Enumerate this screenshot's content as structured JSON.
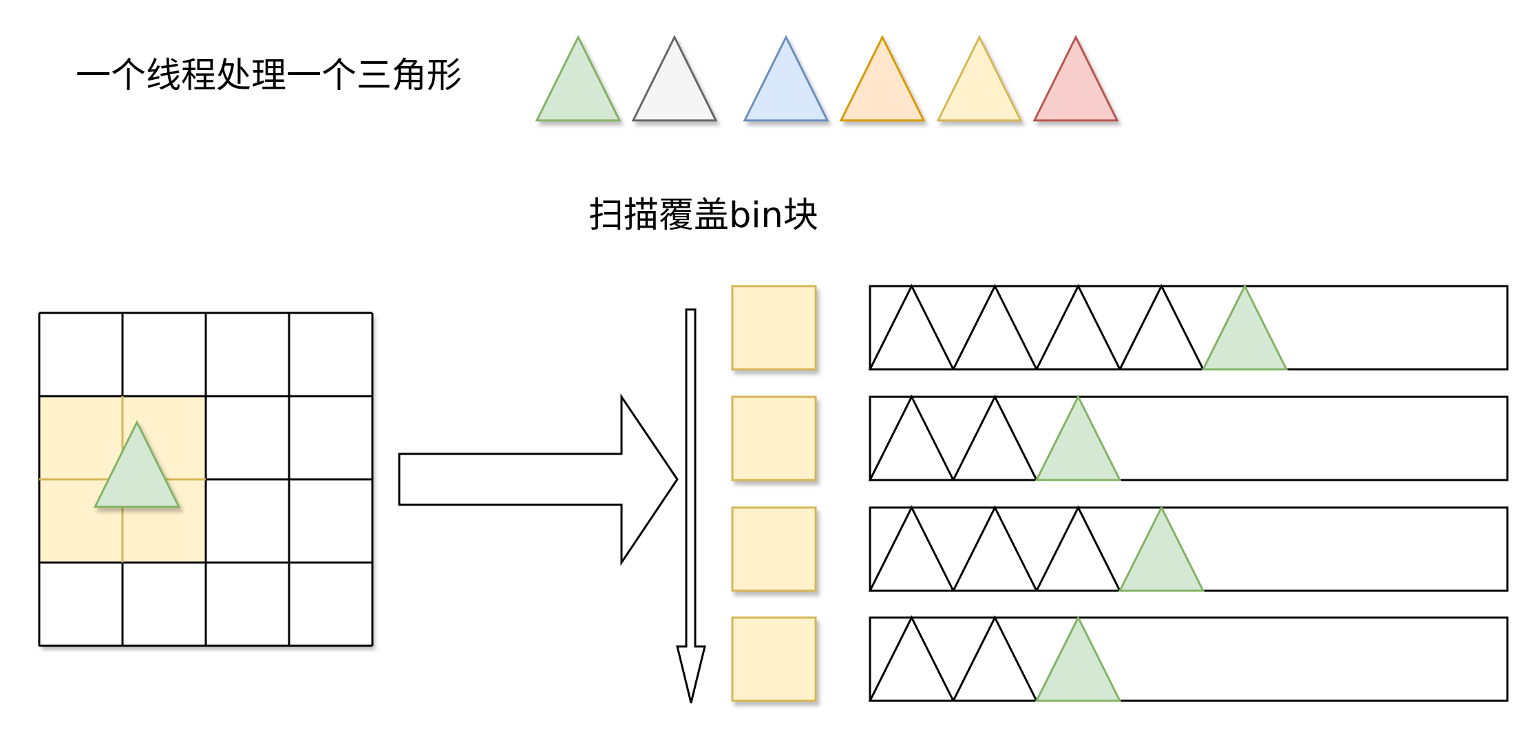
{
  "labels": {
    "title": "一个线程处理一个三角形",
    "scan": "扫描覆盖bin块"
  },
  "colors": {
    "stroke_black": "#000000",
    "shadow": "#9a9a9a",
    "bin_fill": "#fff2cc",
    "bin_stroke": "#d6b656"
  },
  "palette": [
    {
      "name": "green",
      "fill": "#d5e8d4",
      "stroke": "#82b366"
    },
    {
      "name": "gray",
      "fill": "#f5f5f5",
      "stroke": "#666666"
    },
    {
      "name": "blue",
      "fill": "#dae8fc",
      "stroke": "#6c8ebf"
    },
    {
      "name": "orange",
      "fill": "#ffe6cc",
      "stroke": "#d79b00"
    },
    {
      "name": "yellow",
      "fill": "#fff2cc",
      "stroke": "#d6b656"
    },
    {
      "name": "red",
      "fill": "#f8cecc",
      "stroke": "#b85450"
    }
  ],
  "grid": {
    "rows": 4,
    "cols": 4,
    "highlight": [
      [
        1,
        0
      ],
      [
        1,
        1
      ],
      [
        2,
        0
      ],
      [
        2,
        1
      ]
    ],
    "triangle_color": "green"
  },
  "bins": [
    {
      "empty_triangles": 4,
      "new_triangle_color": "green"
    },
    {
      "empty_triangles": 2,
      "new_triangle_color": "green"
    },
    {
      "empty_triangles": 3,
      "new_triangle_color": "green"
    },
    {
      "empty_triangles": 2,
      "new_triangle_color": "green"
    }
  ]
}
